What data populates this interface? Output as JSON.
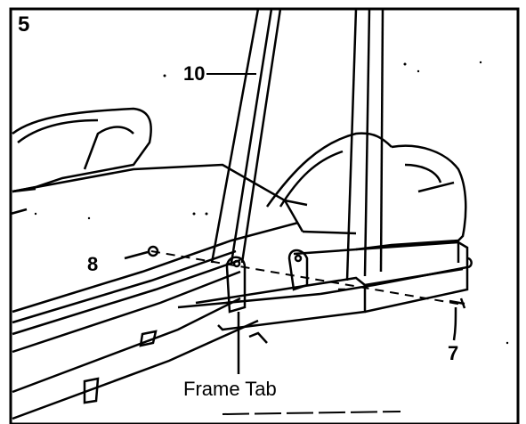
{
  "figure": {
    "step_number": "5",
    "callouts": {
      "upright": "10",
      "bolt_nut": "8",
      "bolt": "7",
      "frame_tab": "Frame Tab"
    },
    "colors": {
      "ink": "#000000",
      "paper": "#ffffff"
    }
  }
}
